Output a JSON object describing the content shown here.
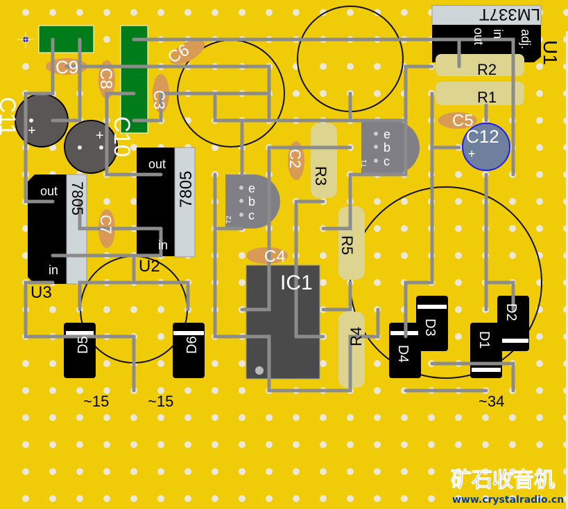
{
  "board": {
    "title": "Stripboard layout",
    "colors": {
      "board": "#f0cb08",
      "hole": "#ebe7d9",
      "trace": "#8c8c8c",
      "ceramic_cap": "#d99a55",
      "resistor": "#dcd48f",
      "electrolytic": "#5a5656",
      "electrolytic_blue": "#6f7f9e",
      "transistor": "#7f7f85",
      "ic_body": "#4a4a4a",
      "diode": "#000000",
      "regulator_tab": "#cfd6da",
      "connector": "#007c1a"
    }
  },
  "components": {
    "C9": "C9",
    "C8": "C8",
    "C6": "C6",
    "C3": "C3",
    "C10": "C10",
    "C11": "C11",
    "C7": "C7",
    "C2": "C2",
    "C4": "C4",
    "C5": "C5",
    "C12": "C12",
    "R1": "R1",
    "R2": "R2",
    "R3": "R3",
    "R4": "R4",
    "R5": "R5",
    "T1": "T1",
    "T2": "T2",
    "IC1": "IC1",
    "U1": "U1",
    "U2": "U2",
    "U3": "U3",
    "D1": "D1",
    "D2": "D2",
    "D3": "D3",
    "D4": "D4",
    "D5": "D5",
    "D6": "D6"
  },
  "part_values": {
    "lm337": "LM337T",
    "reg_7805": "7805",
    "unknown": "?"
  },
  "pins": {
    "out": "out",
    "in": "in",
    "adj": "adj.",
    "e": "e",
    "b": "b",
    "c": "c",
    "plus": "+",
    "minus": "-"
  },
  "terminals": {
    "ac15_left": "~15",
    "ac15_right": "~15",
    "ac34": "~34"
  },
  "watermark": {
    "title": "矿石收音机",
    "url": "www.crystalradio.cn"
  }
}
